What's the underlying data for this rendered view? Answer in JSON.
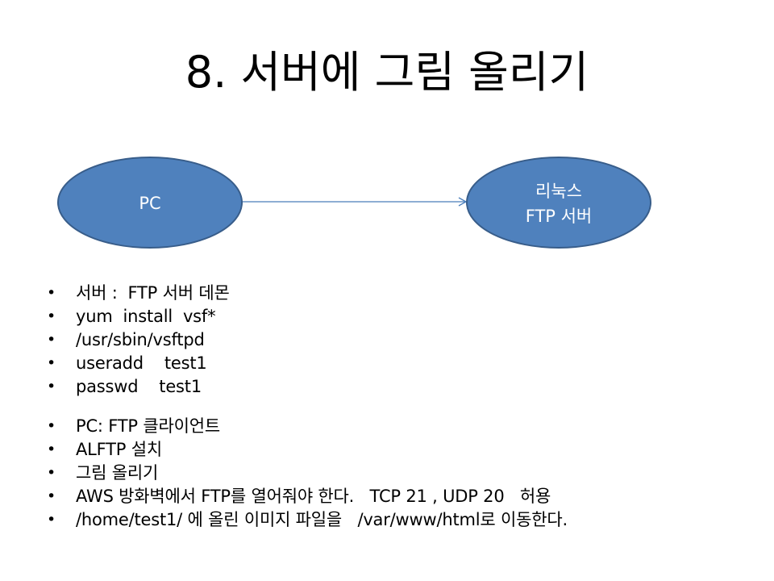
{
  "title": "8. 서버에 그림 올리기",
  "diagram": {
    "nodes": [
      {
        "id": "pc",
        "lines": [
          "PC"
        ]
      },
      {
        "id": "server",
        "lines": [
          "리눅스",
          "FTP 서버"
        ]
      }
    ],
    "edges": [
      {
        "from": "pc",
        "to": "server"
      }
    ],
    "node_fill": "#4f81bd",
    "node_stroke": "#385d8a",
    "edge_color": "#4a7ebb"
  },
  "bullets": [
    {
      "text": "서버 :  FTP 서버 데몬"
    },
    {
      "text": "yum  install  vsf*"
    },
    {
      "text": "/usr/sbin/vsftpd"
    },
    {
      "text": "useradd    test1"
    },
    {
      "text": "passwd    test1"
    },
    {
      "text": "PC: FTP 클라이언트"
    },
    {
      "text": "ALFTP 설치"
    },
    {
      "text": "그림 올리기"
    },
    {
      "text": "AWS 방화벽에서 FTP를 열어줘야 한다.   TCP 21 , UDP 20   허용"
    },
    {
      "text": "/home/test1/ 에 올린 이미지 파일을   /var/www/html로 이동한다."
    }
  ],
  "bullet_symbol": "•"
}
